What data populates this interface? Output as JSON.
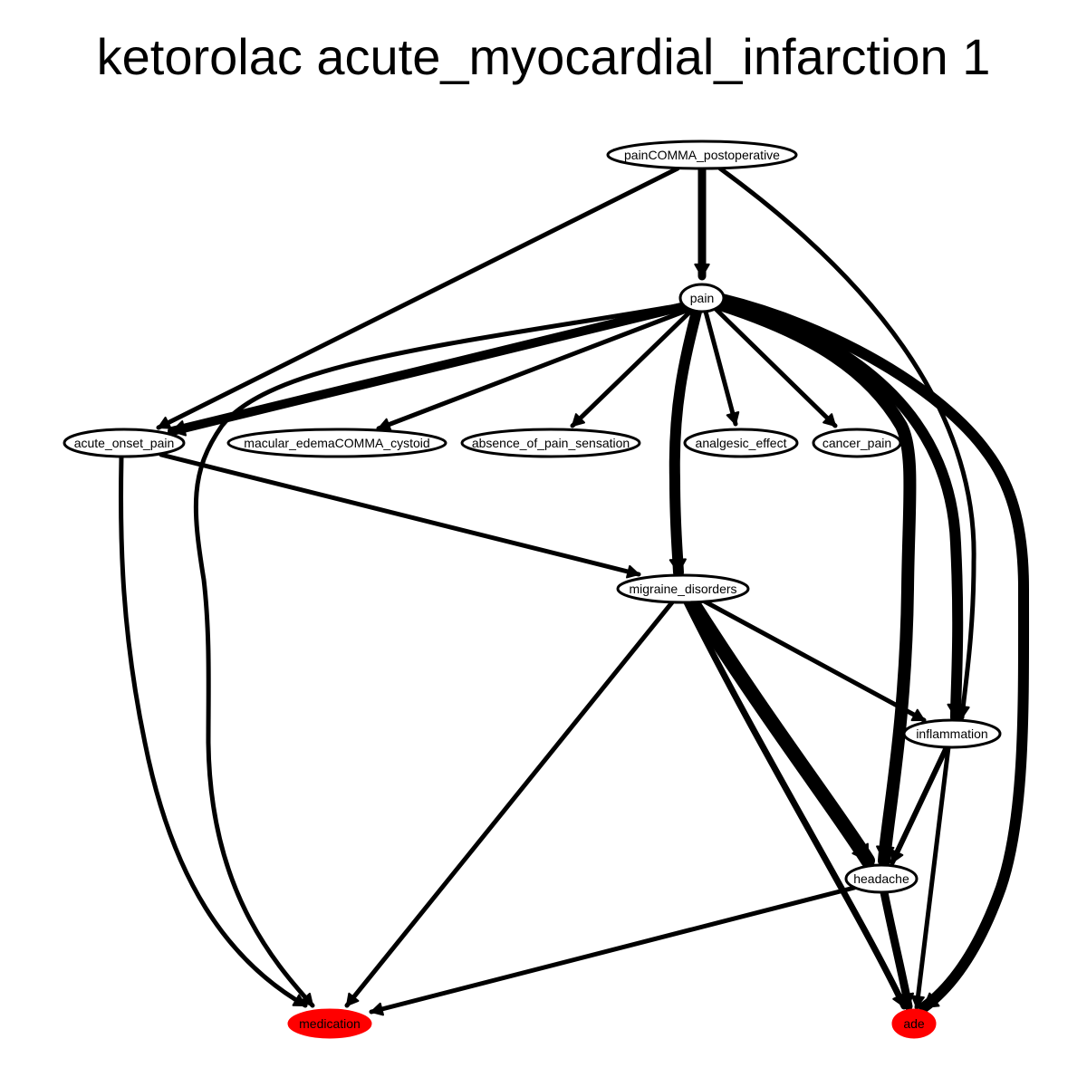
{
  "title": "ketorolac acute_myocardial_infarction 1",
  "colors": {
    "highlight": "#ff0000",
    "stroke": "#000000",
    "background": "#ffffff"
  },
  "nodes": [
    {
      "id": "pain_postoperative",
      "label": "painCOMMA_postoperative",
      "highlight": false
    },
    {
      "id": "pain",
      "label": "pain",
      "highlight": false
    },
    {
      "id": "acute_onset_pain",
      "label": "acute_onset_pain",
      "highlight": false
    },
    {
      "id": "macular_edema",
      "label": "macular_edemaCOMMA_cystoid",
      "highlight": false
    },
    {
      "id": "absence_of_pain",
      "label": "absence_of_pain_sensation",
      "highlight": false
    },
    {
      "id": "analgesic_effect",
      "label": "analgesic_effect",
      "highlight": false
    },
    {
      "id": "cancer_pain",
      "label": "cancer_pain",
      "highlight": false
    },
    {
      "id": "migraine_disorders",
      "label": "migraine_disorders",
      "highlight": false
    },
    {
      "id": "inflammation",
      "label": "inflammation",
      "highlight": false
    },
    {
      "id": "headache",
      "label": "headache",
      "highlight": false
    },
    {
      "id": "medication",
      "label": "medication",
      "highlight": true
    },
    {
      "id": "ade",
      "label": "ade",
      "highlight": true
    }
  ],
  "edges": [
    {
      "from": "pain_postoperative",
      "to": "pain",
      "weight": 9
    },
    {
      "from": "pain_postoperative",
      "to": "acute_onset_pain",
      "weight": 5
    },
    {
      "from": "pain_postoperative",
      "to": "inflammation",
      "weight": 5
    },
    {
      "from": "pain",
      "to": "acute_onset_pain",
      "weight": 10
    },
    {
      "from": "pain",
      "to": "medication",
      "weight": 5
    },
    {
      "from": "pain",
      "to": "macular_edema",
      "weight": 5
    },
    {
      "from": "pain",
      "to": "absence_of_pain",
      "weight": 5
    },
    {
      "from": "pain",
      "to": "migraine_disorders",
      "weight": 12
    },
    {
      "from": "pain",
      "to": "analgesic_effect",
      "weight": 5
    },
    {
      "from": "pain",
      "to": "cancer_pain",
      "weight": 5
    },
    {
      "from": "pain",
      "to": "headache",
      "weight": 14
    },
    {
      "from": "pain",
      "to": "inflammation",
      "weight": 12
    },
    {
      "from": "pain",
      "to": "ade",
      "weight": 12
    },
    {
      "from": "acute_onset_pain",
      "to": "migraine_disorders",
      "weight": 5
    },
    {
      "from": "acute_onset_pain",
      "to": "medication",
      "weight": 5
    },
    {
      "from": "migraine_disorders",
      "to": "medication",
      "weight": 5
    },
    {
      "from": "migraine_disorders",
      "to": "headache",
      "weight": 16
    },
    {
      "from": "migraine_disorders",
      "to": "inflammation",
      "weight": 5
    },
    {
      "from": "migraine_disorders",
      "to": "ade",
      "weight": 7
    },
    {
      "from": "inflammation",
      "to": "headache",
      "weight": 6
    },
    {
      "from": "inflammation",
      "to": "ade",
      "weight": 5
    },
    {
      "from": "headache",
      "to": "medication",
      "weight": 5
    },
    {
      "from": "headache",
      "to": "ade",
      "weight": 9
    }
  ]
}
